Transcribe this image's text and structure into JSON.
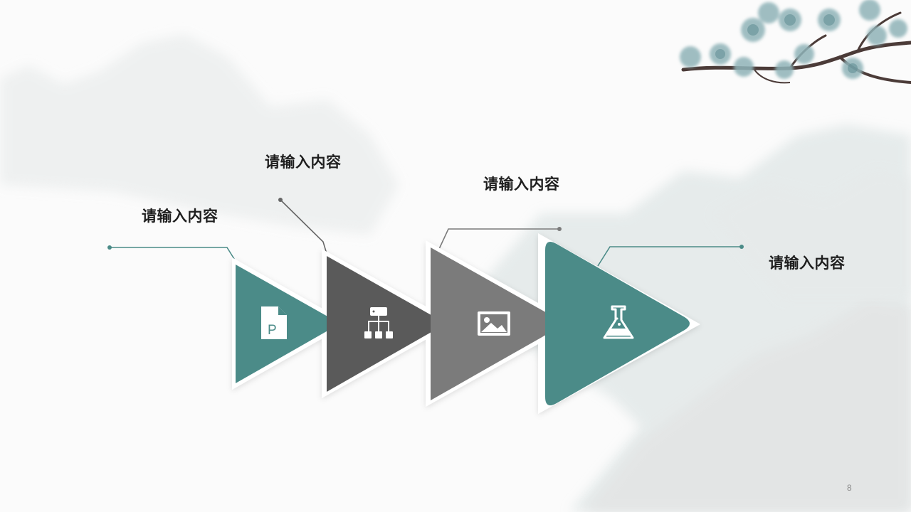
{
  "slide": {
    "page_number": "8",
    "colors": {
      "teal": "#4b8b88",
      "dark_gray": "#5a5a5a",
      "mid_gray": "#7b7b7b",
      "connector_gray": "#666666"
    }
  },
  "steps": [
    {
      "label": "请输入内容",
      "icon": "presentation-file-icon",
      "color": "#4b8b88"
    },
    {
      "label": "请输入内容",
      "icon": "hierarchy-icon",
      "color": "#5a5a5a"
    },
    {
      "label": "请输入内容",
      "icon": "image-icon",
      "color": "#7b7b7b"
    },
    {
      "label": "请输入内容",
      "icon": "flask-icon",
      "color": "#4b8b88"
    }
  ]
}
